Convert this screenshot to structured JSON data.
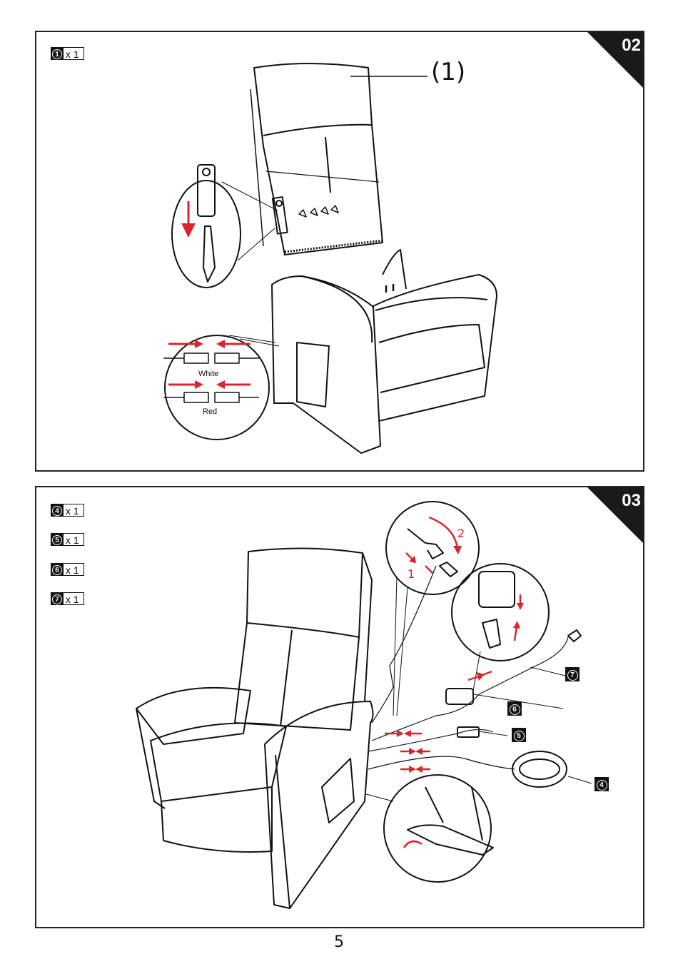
{
  "steps": [
    {
      "number": "02",
      "parts": [
        {
          "id": "1",
          "qty": "x 1"
        }
      ],
      "callout": "(1)",
      "connector_labels": [
        "White",
        "Red"
      ]
    },
    {
      "number": "03",
      "parts": [
        {
          "id": "4",
          "qty": "x 1"
        },
        {
          "id": "5",
          "qty": "x 1"
        },
        {
          "id": "6",
          "qty": "x 1"
        },
        {
          "id": "7",
          "qty": "x 1"
        }
      ],
      "order_marks": [
        "1",
        "2"
      ],
      "part_tags": [
        "7",
        "6",
        "5",
        "4"
      ]
    }
  ],
  "page_number": "5",
  "colors": {
    "arrow": "#d9252b",
    "ink": "#111111",
    "corner": "#1a1a1a"
  },
  "icons": [
    "step-corner-badge",
    "down-arrow-icon",
    "connector-plug-icon",
    "remote-control-icon",
    "power-adapter-icon"
  ]
}
